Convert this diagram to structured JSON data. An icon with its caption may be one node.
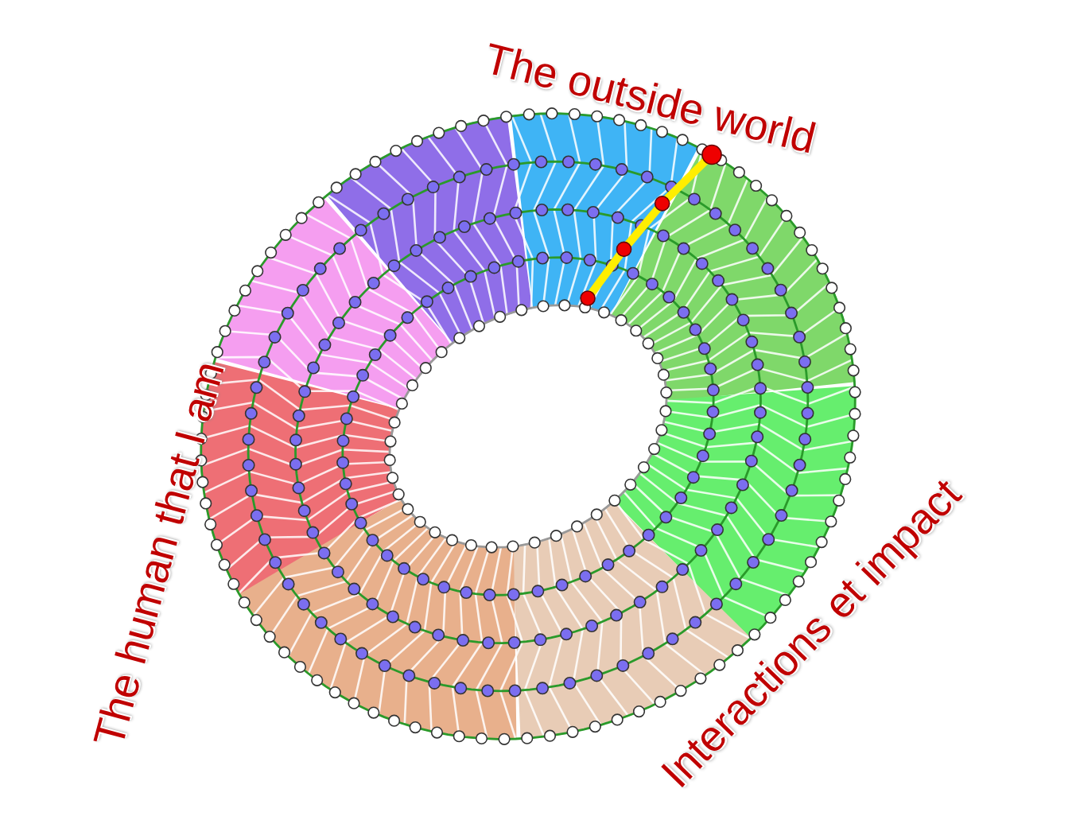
{
  "diagram": {
    "labels": [
      "The outside world",
      "The human that I am",
      "Interactions et impact"
    ]
  }
}
